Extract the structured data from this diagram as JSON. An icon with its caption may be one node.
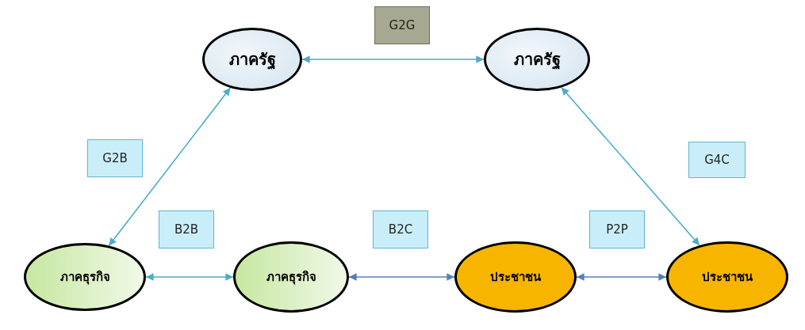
{
  "diagram": {
    "nodes": [
      {
        "text": [
          "ภาครัฐ"
        ]
      },
      {
        "text": [
          "ภาครัฐ"
        ]
      },
      {
        "text": [
          "ภาคธุรกิจ"
        ]
      },
      {
        "text": [
          "ภาคธุรกิจ"
        ]
      },
      {
        "text": [
          "ประชาชน"
        ]
      },
      {
        "text": [
          "ประชาชน"
        ]
      }
    ],
    "edges": [
      {
        "from": 0,
        "to": 1,
        "arrow": "both",
        "label": "G2G"
      },
      {
        "from": 0,
        "to": 2,
        "arrow": "both",
        "label": "G2B"
      },
      {
        "from": 1,
        "to": 5,
        "arrow": "both",
        "label": "G4C"
      },
      {
        "from": 2,
        "to": 3,
        "arrow": "both",
        "label": "B2B"
      },
      {
        "from": 3,
        "to": 4,
        "arrow": "both",
        "label": "B2C",
        "color": "#4f7fc0"
      },
      {
        "from": 4,
        "to": 5,
        "arrow": "both",
        "label": "P2P",
        "color": "#4f7fc0"
      }
    ]
  }
}
